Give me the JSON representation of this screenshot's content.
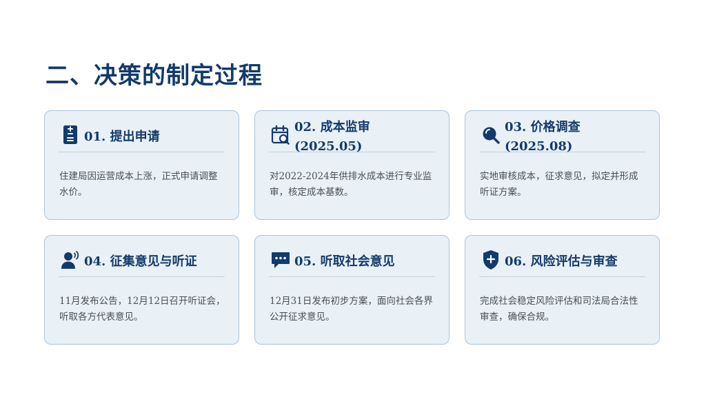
{
  "page": {
    "title": "二、决策的制定过程"
  },
  "theme": {
    "title_color": "#123a6b",
    "card_background": "#e9f0f6",
    "card_border": "#a9c4dc",
    "body_text_color": "#4a4f57"
  },
  "cards": [
    {
      "title": "01. 提出申请",
      "body": "住建局因运营成本上涨，正式申请调整水价。",
      "icon": "document-plus-minus-icon"
    },
    {
      "title": "02. 成本监审(2025.05)",
      "body": "对2022-2024年供排水成本进行专业监审，核定成本基数。",
      "icon": "calendar-search-icon"
    },
    {
      "title": "03. 价格调查(2025.08)",
      "body": "实地审核成本，征求意见，拟定并形成听证方案。",
      "icon": "magnifier-icon"
    },
    {
      "title": "04. 征集意见与听证",
      "body": "11月发布公告，12月12日召开听证会，听取各方代表意见。",
      "icon": "speaking-person-icon"
    },
    {
      "title": "05. 听取社会意见",
      "body": "12月31日发布初步方案，面向社会各界公开征求意见。",
      "icon": "chat-bubble-icon"
    },
    {
      "title": "06. 风险评估与审查",
      "body": "完成社会稳定风险评估和司法局合法性审查，确保合规。",
      "icon": "shield-plus-icon"
    }
  ]
}
